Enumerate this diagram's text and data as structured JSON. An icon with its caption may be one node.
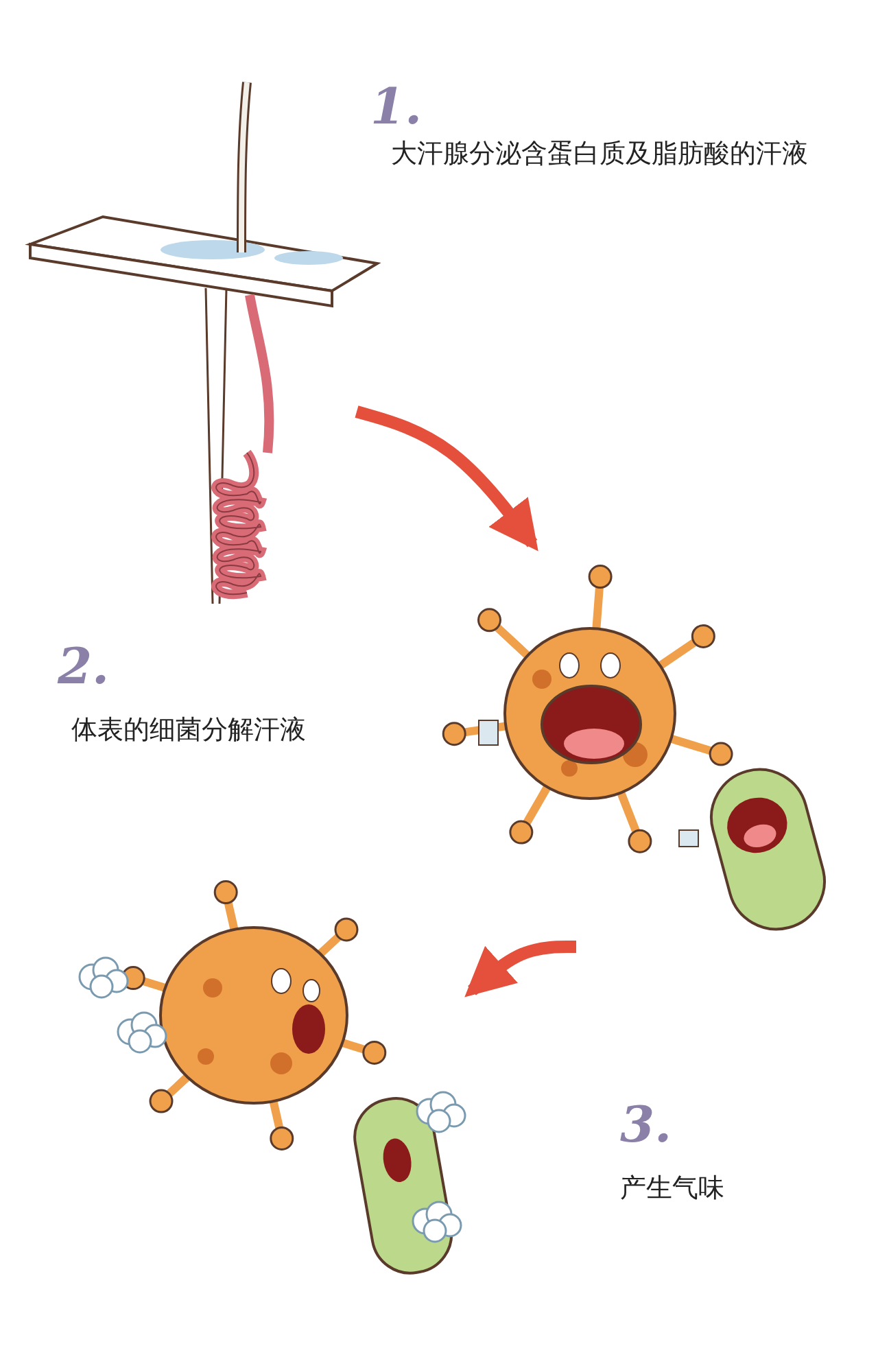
{
  "diagram": {
    "nodes": [
      {
        "text": [],
        "shape": "picture",
        "beside": [
          "1.",
          "大汗腺分泌含蛋白质及脂肪酸的汗液"
        ]
      },
      {
        "text": [],
        "shape": "picture",
        "beside": [
          "2.",
          "体表的细菌分解汗液"
        ]
      },
      {
        "text": [],
        "shape": "picture",
        "beside": [
          "3.",
          "产生气味"
        ]
      }
    ],
    "edges": [
      {
        "from": 0,
        "to": 1,
        "arrow": "to"
      },
      {
        "from": 1,
        "to": 2,
        "arrow": "to"
      }
    ]
  }
}
